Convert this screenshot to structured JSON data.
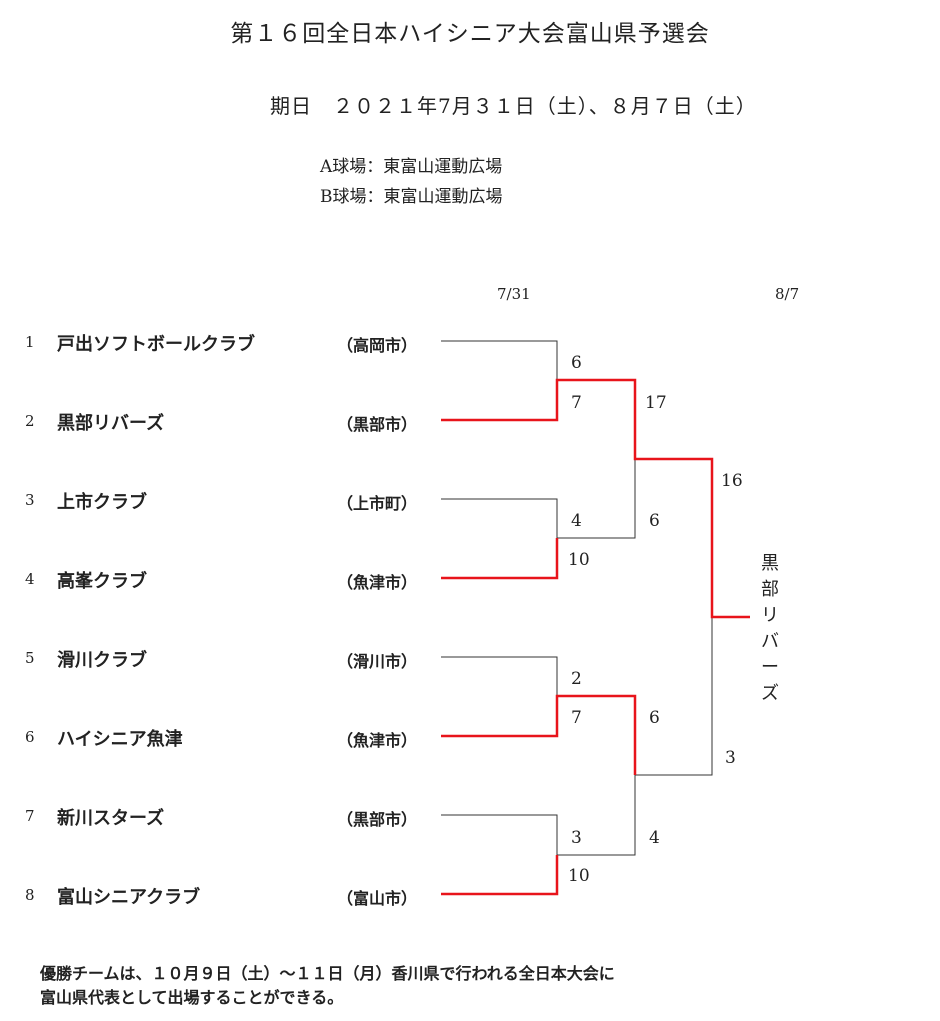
{
  "title": "第１６回全日本ハイシニア大会富山県予選会",
  "dates": "期日　２０２１年7月３１日（土）、８月７日（土）",
  "venues": [
    "A球場：東富山運動広場",
    "B球場：東富山運動広場"
  ],
  "round_dates": [
    "7/31",
    "8/7"
  ],
  "teams": [
    {
      "no": "1",
      "name": "戸出ソフトボールクラブ",
      "city": "（高岡市）"
    },
    {
      "no": "2",
      "name": "黒部リバーズ",
      "city": "（黒部市）"
    },
    {
      "no": "3",
      "name": "上市クラブ",
      "city": "（上市町）"
    },
    {
      "no": "4",
      "name": "高峯クラブ",
      "city": "（魚津市）"
    },
    {
      "no": "5",
      "name": "滑川クラブ",
      "city": "（滑川市）"
    },
    {
      "no": "6",
      "name": "ハイシニア魚津",
      "city": "（魚津市）"
    },
    {
      "no": "7",
      "name": "新川スターズ",
      "city": "（黒部市）"
    },
    {
      "no": "8",
      "name": "富山シニアクラブ",
      "city": "（富山市）"
    }
  ],
  "round1_scores": [
    "6",
    "7",
    "4",
    "10",
    "2",
    "7",
    "3",
    "10"
  ],
  "semifinal_scores": [
    "17",
    "6",
    "6",
    "4"
  ],
  "final_scores": [
    "16",
    "3"
  ],
  "champion": "黒部リバーズ",
  "footer": [
    "優勝チームは、１０月９日（土）～１１日（月）香川県で行われる全日本大会に",
    "富山県代表として出場することができる。"
  ],
  "colors": {
    "winner_line": "#e8141b",
    "line": "#333333"
  }
}
